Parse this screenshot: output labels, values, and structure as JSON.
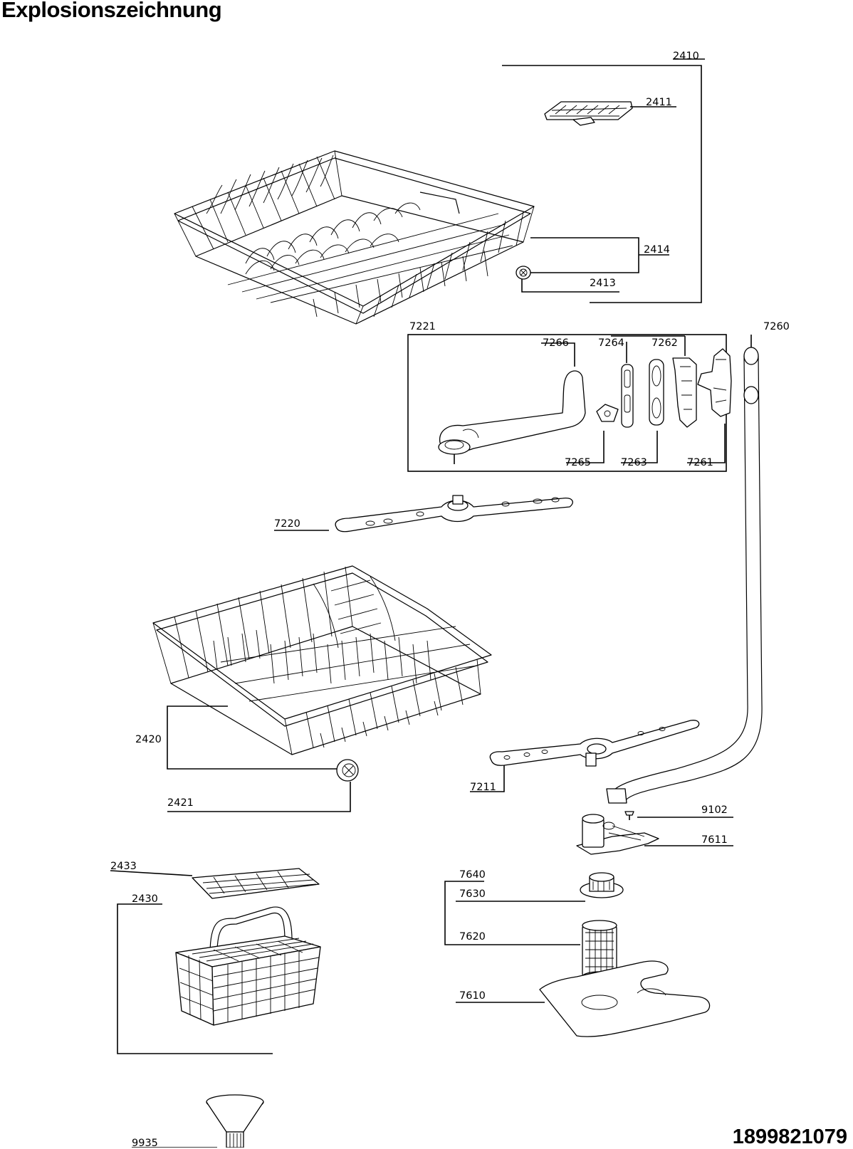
{
  "title": "Explosionszeichnung",
  "document_number": "1899821079",
  "part_labels": {
    "p2410": "2410",
    "p2411": "2411",
    "p2414": "2414",
    "p2413": "2413",
    "p7221": "7221",
    "p7266": "7266",
    "p7264": "7264",
    "p7262": "7262",
    "p7260": "7260",
    "p7265": "7265",
    "p7263": "7263",
    "p7261": "7261",
    "p7220": "7220",
    "p2420": "2420",
    "p2421": "2421",
    "p7211": "7211",
    "p9102": "9102",
    "p7611": "7611",
    "p2433": "2433",
    "p2430": "2430",
    "p7640": "7640",
    "p7630": "7630",
    "p7620": "7620",
    "p7610": "7610",
    "p9935": "9935"
  }
}
